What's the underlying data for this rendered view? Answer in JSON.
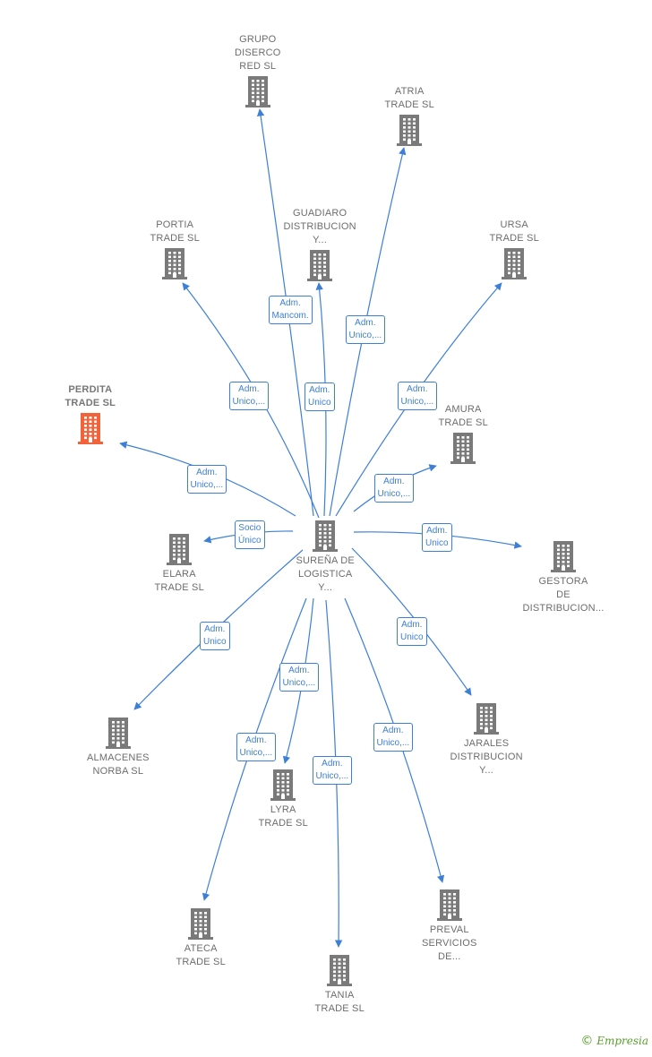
{
  "colors": {
    "edge": "#3d7fd6",
    "node": "#7a7a7a",
    "highlight": "#f4623a",
    "brand": "#5a9e2e"
  },
  "center": {
    "label": [
      "SUREÑA DE",
      "LOGISTICA",
      "Y..."
    ],
    "icon": "building-icon"
  },
  "nodes": [
    {
      "id": "grupo",
      "label": [
        "GRUPO",
        "DISERCO",
        "RED  SL"
      ],
      "icon": "building-icon"
    },
    {
      "id": "atria",
      "label": [
        "ATRIA",
        "TRADE  SL"
      ],
      "icon": "building-icon"
    },
    {
      "id": "guadiaro",
      "label": [
        "GUADIARO",
        "DISTRIBUCION",
        "Y..."
      ],
      "icon": "building-icon"
    },
    {
      "id": "portia",
      "label": [
        "PORTIA",
        "TRADE  SL"
      ],
      "icon": "building-icon"
    },
    {
      "id": "ursa",
      "label": [
        "URSA",
        "TRADE  SL"
      ],
      "icon": "building-icon"
    },
    {
      "id": "perdita",
      "label": [
        "PERDITA",
        "TRADE  SL"
      ],
      "icon": "building-icon",
      "highlight": true
    },
    {
      "id": "amura",
      "label": [
        "AMURA",
        "TRADE  SL"
      ],
      "icon": "building-icon"
    },
    {
      "id": "elara",
      "label": [
        "ELARA",
        "TRADE  SL"
      ],
      "icon": "building-icon"
    },
    {
      "id": "gestora",
      "label": [
        "GESTORA",
        "DE",
        "DISTRIBUCION..."
      ],
      "icon": "building-icon"
    },
    {
      "id": "almacenes",
      "label": [
        "ALMACENES",
        "NORBA SL"
      ],
      "icon": "building-icon"
    },
    {
      "id": "jarales",
      "label": [
        "JARALES",
        "DISTRIBUCION",
        "Y..."
      ],
      "icon": "building-icon"
    },
    {
      "id": "lyra",
      "label": [
        "LYRA",
        "TRADE  SL"
      ],
      "icon": "building-icon"
    },
    {
      "id": "ateca",
      "label": [
        "ATECA",
        "TRADE  SL"
      ],
      "icon": "building-icon"
    },
    {
      "id": "preval",
      "label": [
        "PREVAL",
        "SERVICIOS",
        "DE..."
      ],
      "icon": "building-icon"
    },
    {
      "id": "tania",
      "label": [
        "TANIA",
        "TRADE  SL"
      ],
      "icon": "building-icon"
    }
  ],
  "edges": [
    {
      "to": "grupo",
      "label": [
        "Adm.",
        "Mancom."
      ]
    },
    {
      "to": "atria",
      "label": [
        "Adm.",
        "Unico,..."
      ]
    },
    {
      "to": "guadiaro",
      "label": [
        "Adm.",
        "Unico"
      ]
    },
    {
      "to": "portia",
      "label": [
        "Adm.",
        "Unico,..."
      ]
    },
    {
      "to": "ursa",
      "label": [
        "Adm.",
        "Unico,..."
      ]
    },
    {
      "to": "perdita",
      "label": [
        "Adm.",
        "Unico,..."
      ]
    },
    {
      "to": "amura",
      "label": [
        "Adm.",
        "Unico,..."
      ]
    },
    {
      "to": "elara",
      "label": [
        "Socio",
        "Único"
      ]
    },
    {
      "to": "gestora",
      "label": [
        "Adm.",
        "Unico"
      ]
    },
    {
      "to": "almacenes",
      "label": [
        "Adm.",
        "Unico"
      ]
    },
    {
      "to": "jarales",
      "label": [
        "Adm.",
        "Unico"
      ]
    },
    {
      "to": "lyra",
      "label": [
        "Adm.",
        "Unico,..."
      ]
    },
    {
      "to": "ateca",
      "label": [
        "Adm.",
        "Unico,..."
      ]
    },
    {
      "to": "preval",
      "label": [
        "Adm.",
        "Unico,..."
      ]
    },
    {
      "to": "tania",
      "label": [
        "Adm.",
        "Unico,..."
      ]
    }
  ],
  "brand": {
    "copyright": "©",
    "name": "Empresia"
  }
}
